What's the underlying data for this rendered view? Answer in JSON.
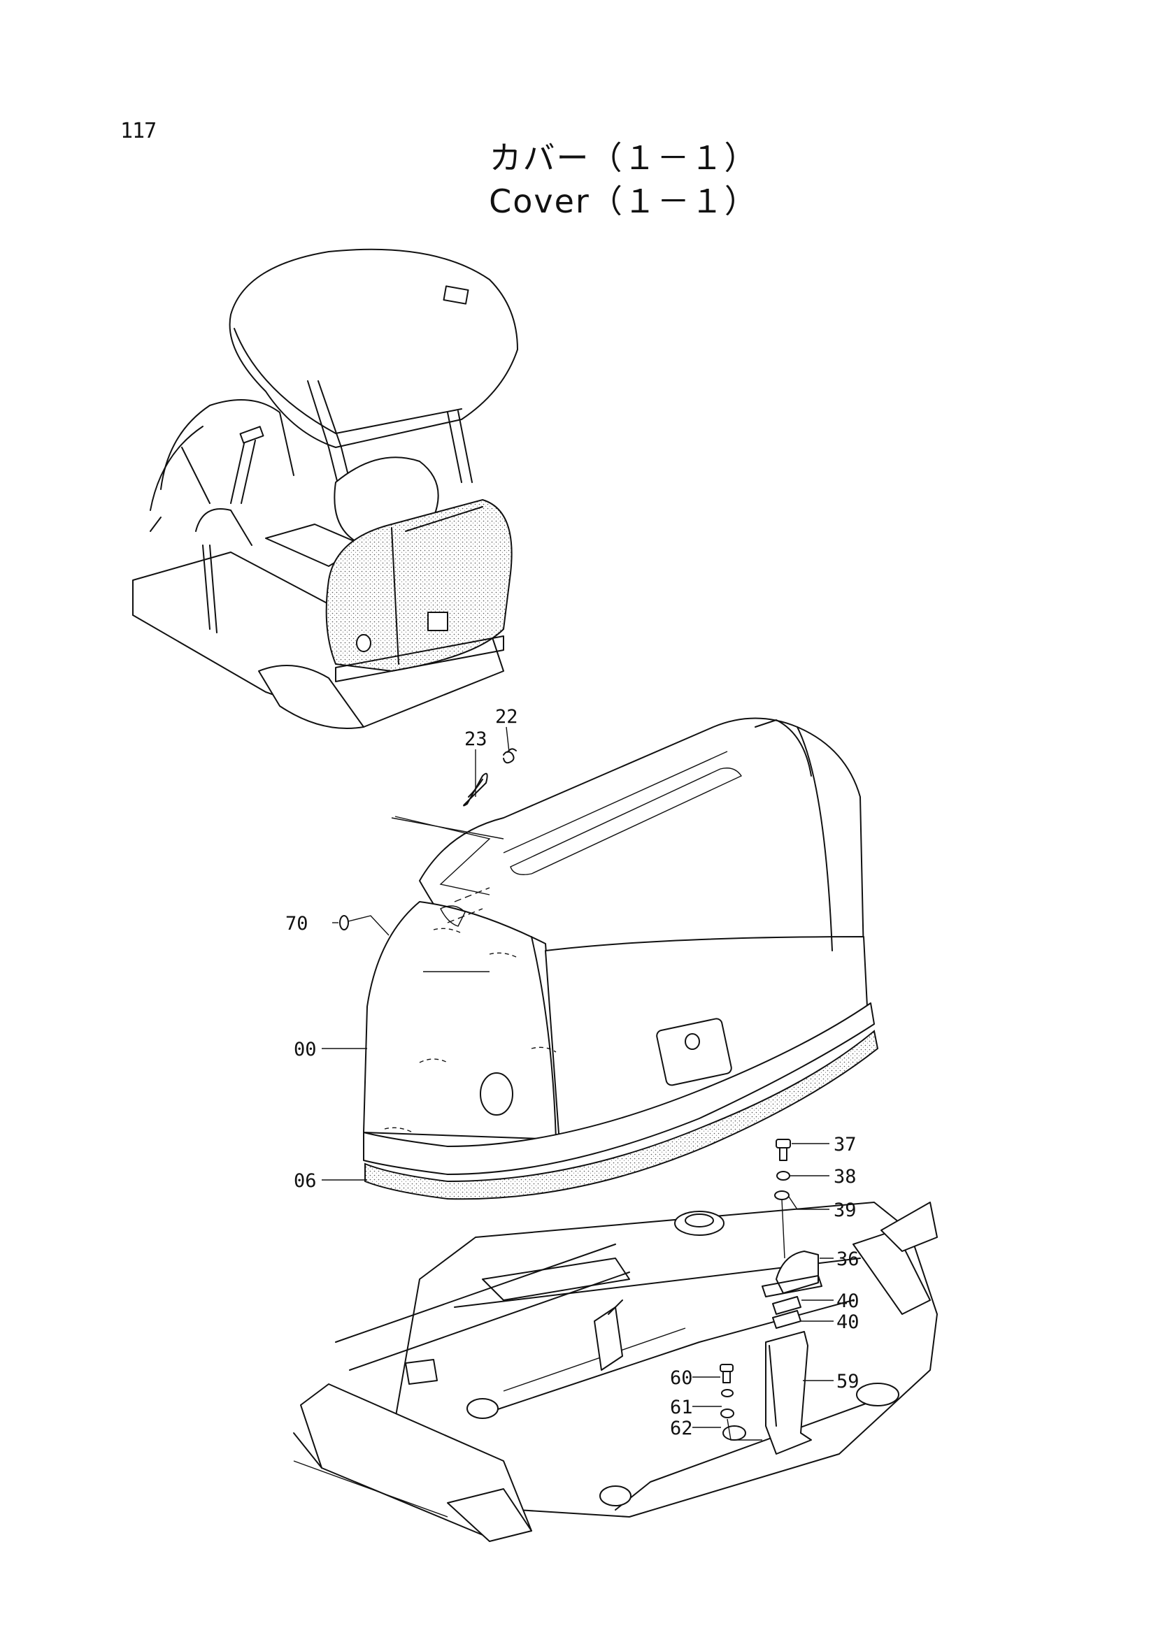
{
  "page_number": "117",
  "title_jp": "カバー（１－１）",
  "title_en": "Cover（１－１）",
  "callouts": {
    "c23": "23",
    "c22": "22",
    "c70": "70",
    "c00": "00",
    "c06": "06",
    "c37": "37",
    "c38": "38",
    "c39": "39",
    "c36": "36",
    "c40a": "40",
    "c40b": "40",
    "c59": "59",
    "c60": "60",
    "c61": "61",
    "c62": "62"
  }
}
